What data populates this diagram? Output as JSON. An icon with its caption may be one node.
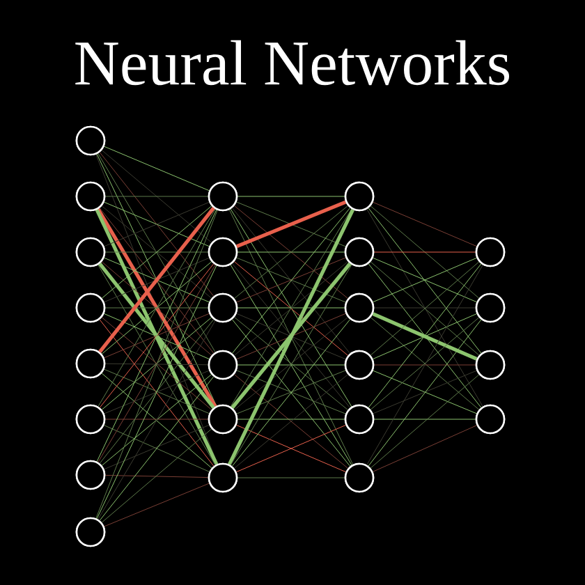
{
  "diagram": {
    "title": "Neural Networks",
    "nodes": [
      {
        "text": [],
        "shape": "circle"
      },
      {
        "text": [],
        "shape": "circle"
      },
      {
        "text": [],
        "shape": "circle"
      },
      {
        "text": [],
        "shape": "circle"
      },
      {
        "text": [],
        "shape": "circle"
      },
      {
        "text": [],
        "shape": "circle"
      },
      {
        "text": [],
        "shape": "circle"
      },
      {
        "text": [],
        "shape": "circle"
      },
      {
        "text": [],
        "shape": "circle"
      },
      {
        "text": [],
        "shape": "circle"
      },
      {
        "text": [],
        "shape": "circle"
      },
      {
        "text": [],
        "shape": "circle"
      },
      {
        "text": [],
        "shape": "circle"
      },
      {
        "text": [],
        "shape": "circle"
      },
      {
        "text": [],
        "shape": "circle"
      },
      {
        "text": [],
        "shape": "circle"
      },
      {
        "text": [],
        "shape": "circle"
      },
      {
        "text": [],
        "shape": "circle"
      },
      {
        "text": [],
        "shape": "circle"
      },
      {
        "text": [],
        "shape": "circle"
      },
      {
        "text": [],
        "shape": "circle"
      },
      {
        "text": [],
        "shape": "circle"
      },
      {
        "text": [],
        "shape": "circle"
      },
      {
        "text": [],
        "shape": "circle"
      }
    ],
    "edges": [
      {
        "from": 0,
        "to": 8,
        "arrow": "none",
        "color": "#8cc46e"
      },
      {
        "from": 0,
        "to": 9,
        "arrow": "none",
        "color": "#3b3b30"
      },
      {
        "from": 0,
        "to": 10,
        "arrow": "none",
        "color": "#7a3f35"
      },
      {
        "from": 0,
        "to": 11,
        "arrow": "none",
        "color": "#5d7a4a"
      },
      {
        "from": 0,
        "to": 12,
        "arrow": "none",
        "color": "#8cc46e"
      },
      {
        "from": 0,
        "to": 13,
        "arrow": "none",
        "color": "#3b3b30"
      },
      {
        "from": 1,
        "to": 8,
        "arrow": "none",
        "color": "#5d7a4a"
      },
      {
        "from": 1,
        "to": 9,
        "arrow": "none",
        "color": "#8cc46e"
      },
      {
        "from": 1,
        "to": 10,
        "arrow": "none",
        "color": "#3b3b30"
      },
      {
        "from": 1,
        "to": 11,
        "arrow": "none",
        "color": "#7a3f35"
      },
      {
        "from": 1,
        "to": 12,
        "arrow": "none",
        "color": "#e8604c",
        "style": "thick"
      },
      {
        "from": 1,
        "to": 13,
        "arrow": "none",
        "color": "#8cc46e",
        "style": "thick"
      },
      {
        "from": 2,
        "to": 8,
        "arrow": "none",
        "color": "#3b3b30"
      },
      {
        "from": 2,
        "to": 9,
        "arrow": "none",
        "color": "#5d7a4a"
      },
      {
        "from": 2,
        "to": 10,
        "arrow": "none",
        "color": "#8cc46e"
      },
      {
        "from": 2,
        "to": 11,
        "arrow": "none",
        "color": "#7a3f35"
      },
      {
        "from": 2,
        "to": 12,
        "arrow": "none",
        "color": "#8cc46e",
        "style": "thick"
      },
      {
        "from": 2,
        "to": 13,
        "arrow": "none",
        "color": "#5d7a4a"
      },
      {
        "from": 3,
        "to": 8,
        "arrow": "none",
        "color": "#8cc46e"
      },
      {
        "from": 3,
        "to": 9,
        "arrow": "none",
        "color": "#3b3b30"
      },
      {
        "from": 3,
        "to": 10,
        "arrow": "none",
        "color": "#5d7a4a"
      },
      {
        "from": 3,
        "to": 11,
        "arrow": "none",
        "color": "#8cc46e"
      },
      {
        "from": 3,
        "to": 12,
        "arrow": "none",
        "color": "#7a3f35"
      },
      {
        "from": 3,
        "to": 13,
        "arrow": "none",
        "color": "#e8604c"
      },
      {
        "from": 4,
        "to": 8,
        "arrow": "none",
        "color": "#e8604c",
        "style": "thick"
      },
      {
        "from": 4,
        "to": 9,
        "arrow": "none",
        "color": "#8cc46e"
      },
      {
        "from": 4,
        "to": 10,
        "arrow": "none",
        "color": "#7a3f35"
      },
      {
        "from": 4,
        "to": 11,
        "arrow": "none",
        "color": "#3b3b30"
      },
      {
        "from": 4,
        "to": 12,
        "arrow": "none",
        "color": "#5d7a4a"
      },
      {
        "from": 4,
        "to": 13,
        "arrow": "none",
        "color": "#8cc46e"
      },
      {
        "from": 5,
        "to": 8,
        "arrow": "none",
        "color": "#5d7a4a"
      },
      {
        "from": 5,
        "to": 9,
        "arrow": "none",
        "color": "#e8604c"
      },
      {
        "from": 5,
        "to": 10,
        "arrow": "none",
        "color": "#8cc46e"
      },
      {
        "from": 5,
        "to": 11,
        "arrow": "none",
        "color": "#3b3b30"
      },
      {
        "from": 5,
        "to": 12,
        "arrow": "none",
        "color": "#7a3f35"
      },
      {
        "from": 5,
        "to": 13,
        "arrow": "none",
        "color": "#5d7a4a"
      },
      {
        "from": 6,
        "to": 8,
        "arrow": "none",
        "color": "#8cc46e"
      },
      {
        "from": 6,
        "to": 9,
        "arrow": "none",
        "color": "#7a3f35"
      },
      {
        "from": 6,
        "to": 10,
        "arrow": "none",
        "color": "#5d7a4a"
      },
      {
        "from": 6,
        "to": 11,
        "arrow": "none",
        "color": "#8cc46e"
      },
      {
        "from": 6,
        "to": 12,
        "arrow": "none",
        "color": "#3b3b30"
      },
      {
        "from": 6,
        "to": 13,
        "arrow": "none",
        "color": "#7a3f35"
      },
      {
        "from": 7,
        "to": 8,
        "arrow": "none",
        "color": "#5d7a4a"
      },
      {
        "from": 7,
        "to": 9,
        "arrow": "none",
        "color": "#8cc46e"
      },
      {
        "from": 7,
        "to": 10,
        "arrow": "none",
        "color": "#3b3b30"
      },
      {
        "from": 7,
        "to": 11,
        "arrow": "none",
        "color": "#8cc46e"
      },
      {
        "from": 7,
        "to": 12,
        "arrow": "none",
        "color": "#5d7a4a"
      },
      {
        "from": 7,
        "to": 13,
        "arrow": "none",
        "color": "#7a3f35"
      },
      {
        "from": 8,
        "to": 14,
        "arrow": "none",
        "color": "#8cc46e"
      },
      {
        "from": 8,
        "to": 15,
        "arrow": "none",
        "color": "#5d7a4a"
      },
      {
        "from": 8,
        "to": 16,
        "arrow": "none",
        "color": "#7a3f35"
      },
      {
        "from": 8,
        "to": 17,
        "arrow": "none",
        "color": "#3b3b30"
      },
      {
        "from": 8,
        "to": 18,
        "arrow": "none",
        "color": "#8cc46e"
      },
      {
        "from": 8,
        "to": 19,
        "arrow": "none",
        "color": "#5d7a4a"
      },
      {
        "from": 9,
        "to": 14,
        "arrow": "none",
        "color": "#e8604c",
        "style": "thick"
      },
      {
        "from": 9,
        "to": 15,
        "arrow": "none",
        "color": "#8cc46e"
      },
      {
        "from": 9,
        "to": 16,
        "arrow": "none",
        "color": "#5d7a4a"
      },
      {
        "from": 9,
        "to": 17,
        "arrow": "none",
        "color": "#e8604c"
      },
      {
        "from": 9,
        "to": 18,
        "arrow": "none",
        "color": "#3b3b30"
      },
      {
        "from": 9,
        "to": 19,
        "arrow": "none",
        "color": "#8cc46e"
      },
      {
        "from": 10,
        "to": 14,
        "arrow": "none",
        "color": "#5d7a4a"
      },
      {
        "from": 10,
        "to": 15,
        "arrow": "none",
        "color": "#7a3f35"
      },
      {
        "from": 10,
        "to": 16,
        "arrow": "none",
        "color": "#8cc46e"
      },
      {
        "from": 10,
        "to": 17,
        "arrow": "none",
        "color": "#3b3b30"
      },
      {
        "from": 10,
        "to": 18,
        "arrow": "none",
        "color": "#5d7a4a"
      },
      {
        "from": 10,
        "to": 19,
        "arrow": "none",
        "color": "#8cc46e"
      },
      {
        "from": 11,
        "to": 14,
        "arrow": "none",
        "color": "#8cc46e"
      },
      {
        "from": 11,
        "to": 15,
        "arrow": "none",
        "color": "#3b3b30"
      },
      {
        "from": 11,
        "to": 16,
        "arrow": "none",
        "color": "#7a3f35"
      },
      {
        "from": 11,
        "to": 17,
        "arrow": "none",
        "color": "#8cc46e"
      },
      {
        "from": 11,
        "to": 18,
        "arrow": "none",
        "color": "#5d7a4a"
      },
      {
        "from": 11,
        "to": 19,
        "arrow": "none",
        "color": "#7a3f35"
      },
      {
        "from": 12,
        "to": 14,
        "arrow": "none",
        "color": "#5d7a4a"
      },
      {
        "from": 12,
        "to": 15,
        "arrow": "none",
        "color": "#8cc46e",
        "style": "thick"
      },
      {
        "from": 12,
        "to": 16,
        "arrow": "none",
        "color": "#3b3b30"
      },
      {
        "from": 12,
        "to": 17,
        "arrow": "none",
        "color": "#5d7a4a"
      },
      {
        "from": 12,
        "to": 18,
        "arrow": "none",
        "color": "#8cc46e"
      },
      {
        "from": 12,
        "to": 19,
        "arrow": "none",
        "color": "#e8604c"
      },
      {
        "from": 13,
        "to": 14,
        "arrow": "none",
        "color": "#8cc46e",
        "style": "thick"
      },
      {
        "from": 13,
        "to": 15,
        "arrow": "none",
        "color": "#5d7a4a"
      },
      {
        "from": 13,
        "to": 16,
        "arrow": "none",
        "color": "#8cc46e"
      },
      {
        "from": 13,
        "to": 17,
        "arrow": "none",
        "color": "#3b3b30"
      },
      {
        "from": 13,
        "to": 18,
        "arrow": "none",
        "color": "#e8604c"
      },
      {
        "from": 13,
        "to": 19,
        "arrow": "none",
        "color": "#5d7a4a"
      },
      {
        "from": 14,
        "to": 20,
        "arrow": "none",
        "color": "#7a3f35"
      },
      {
        "from": 14,
        "to": 21,
        "arrow": "none",
        "color": "#5d7a4a"
      },
      {
        "from": 14,
        "to": 22,
        "arrow": "none",
        "color": "#8cc46e"
      },
      {
        "from": 14,
        "to": 23,
        "arrow": "none",
        "color": "#3b3b30"
      },
      {
        "from": 15,
        "to": 20,
        "arrow": "none",
        "color": "#e8604c"
      },
      {
        "from": 15,
        "to": 21,
        "arrow": "none",
        "color": "#8cc46e"
      },
      {
        "from": 15,
        "to": 22,
        "arrow": "none",
        "color": "#5d7a4a"
      },
      {
        "from": 15,
        "to": 23,
        "arrow": "none",
        "color": "#8cc46e"
      },
      {
        "from": 16,
        "to": 20,
        "arrow": "none",
        "color": "#8cc46e"
      },
      {
        "from": 16,
        "to": 21,
        "arrow": "none",
        "color": "#3b3b30"
      },
      {
        "from": 16,
        "to": 22,
        "arrow": "none",
        "color": "#8cc46e",
        "style": "thick"
      },
      {
        "from": 16,
        "to": 23,
        "arrow": "none",
        "color": "#5d7a4a"
      },
      {
        "from": 17,
        "to": 20,
        "arrow": "none",
        "color": "#5d7a4a"
      },
      {
        "from": 17,
        "to": 21,
        "arrow": "none",
        "color": "#8cc46e"
      },
      {
        "from": 17,
        "to": 22,
        "arrow": "none",
        "color": "#7a3f35"
      },
      {
        "from": 17,
        "to": 23,
        "arrow": "none",
        "color": "#8cc46e"
      },
      {
        "from": 18,
        "to": 20,
        "arrow": "none",
        "color": "#8cc46e"
      },
      {
        "from": 18,
        "to": 21,
        "arrow": "none",
        "color": "#5d7a4a"
      },
      {
        "from": 18,
        "to": 22,
        "arrow": "none",
        "color": "#3b3b30"
      },
      {
        "from": 18,
        "to": 23,
        "arrow": "none",
        "color": "#8cc46e"
      },
      {
        "from": 19,
        "to": 20,
        "arrow": "none",
        "color": "#3b3b30"
      },
      {
        "from": 19,
        "to": 21,
        "arrow": "none",
        "color": "#8cc46e"
      },
      {
        "from": 19,
        "to": 22,
        "arrow": "none",
        "color": "#5d7a4a"
      },
      {
        "from": 19,
        "to": 23,
        "arrow": "none",
        "color": "#7a3f35"
      }
    ]
  }
}
